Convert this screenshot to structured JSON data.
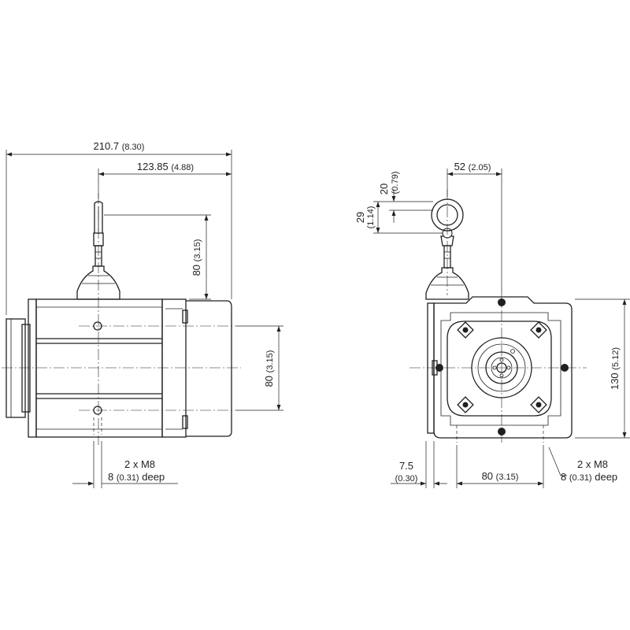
{
  "dimensions": {
    "overall_length": {
      "value": "210.7",
      "inch": "(8.30)"
    },
    "cable_exit_offset": {
      "value": "123.85",
      "inch": "(4.88)"
    },
    "cable_exit_height": {
      "value": "80",
      "inch": "(3.15)"
    },
    "hole_spacing_side": {
      "value": "80",
      "inch": "(3.15)"
    },
    "thread_side": {
      "line1": "2 x M8",
      "depth_value": "8",
      "depth_inch": "(0.31)",
      "depth_word": "deep"
    },
    "eyelet_offset": {
      "value": "52",
      "inch": "(2.05)"
    },
    "eyelet_ring": {
      "value": "20",
      "inch": "(0.79)"
    },
    "eyelet_height": {
      "value": "29",
      "inch": "(1.14)"
    },
    "body_height": {
      "value": "130",
      "inch": "(5.12)"
    },
    "flange_offset": {
      "value": "7.5",
      "inch": "(0.30)"
    },
    "hole_spacing_front": {
      "value": "80",
      "inch": "(3.15)"
    },
    "thread_front": {
      "line1": "2 x M8",
      "depth_value": "8",
      "depth_inch": "(0.31)",
      "depth_word": "deep"
    }
  },
  "colors": {
    "line": "#231f20",
    "background": "#ffffff"
  }
}
